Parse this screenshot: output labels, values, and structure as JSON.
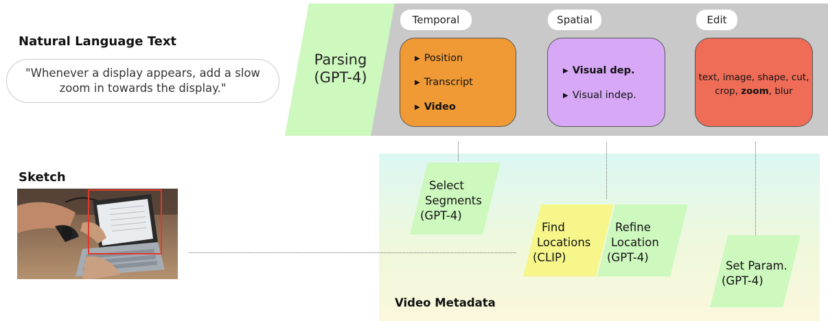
{
  "left": {
    "nl_title": "Natural Language Text",
    "nl_quote_line1": "\"Whenever a display appears, add a slow",
    "nl_quote_line2": "zoom in towards the display.\"",
    "sketch_title": "Sketch"
  },
  "parsing": {
    "line1": "Parsing",
    "line2": "(GPT-4)"
  },
  "modules": {
    "temporal": {
      "pill": "Temporal",
      "items": [
        "Position",
        "Transcript",
        "Video"
      ]
    },
    "spatial": {
      "pill": "Spatial",
      "items": [
        "Visual dep.",
        "Visual indep."
      ]
    },
    "edit": {
      "pill": "Edit",
      "line1": "text, image, shape, cut,",
      "line2_a": "crop, ",
      "line2_b": "zoom",
      "line2_c": ", blur"
    }
  },
  "metadata": {
    "label": "Video Metadata",
    "select": [
      "Select",
      "Segments",
      "(GPT-4)"
    ],
    "find": [
      "Find",
      "Locations",
      "(CLIP)"
    ],
    "refine": [
      "Refine",
      "Location",
      "(GPT-4)"
    ],
    "setparam": [
      "Set Param.",
      "(GPT-4)"
    ]
  },
  "colors": {
    "green": "#cdf8be",
    "yellow": "#f6f68b",
    "orange": "#f09a35",
    "purple": "#d6a8f5",
    "red": "#ef6c57",
    "gray_band": "#c9c9c9",
    "sketch_box": "#e0392b"
  }
}
